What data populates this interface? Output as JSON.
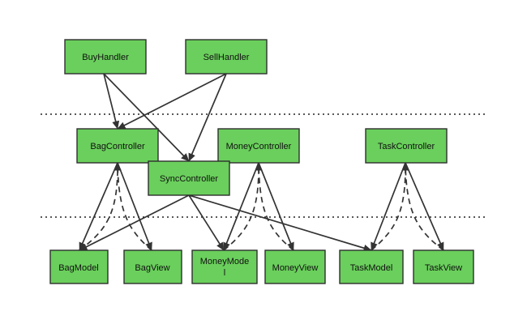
{
  "colors": {
    "node_fill": "#6acf5c",
    "node_border": "#2f2f2f",
    "edge": "#333333"
  },
  "nodes": {
    "buy_handler": "BuyHandler",
    "sell_handler": "SellHandler",
    "bag_controller": "BagController",
    "money_controller": "MoneyController",
    "task_controller": "TaskController",
    "sync_controller": "SyncController",
    "bag_model": "BagModel",
    "bag_view": "BagView",
    "money_model_line1": "MoneyMode",
    "money_model_line2": "l",
    "money_view": "MoneyView",
    "task_model": "TaskModel",
    "task_view": "TaskView"
  }
}
